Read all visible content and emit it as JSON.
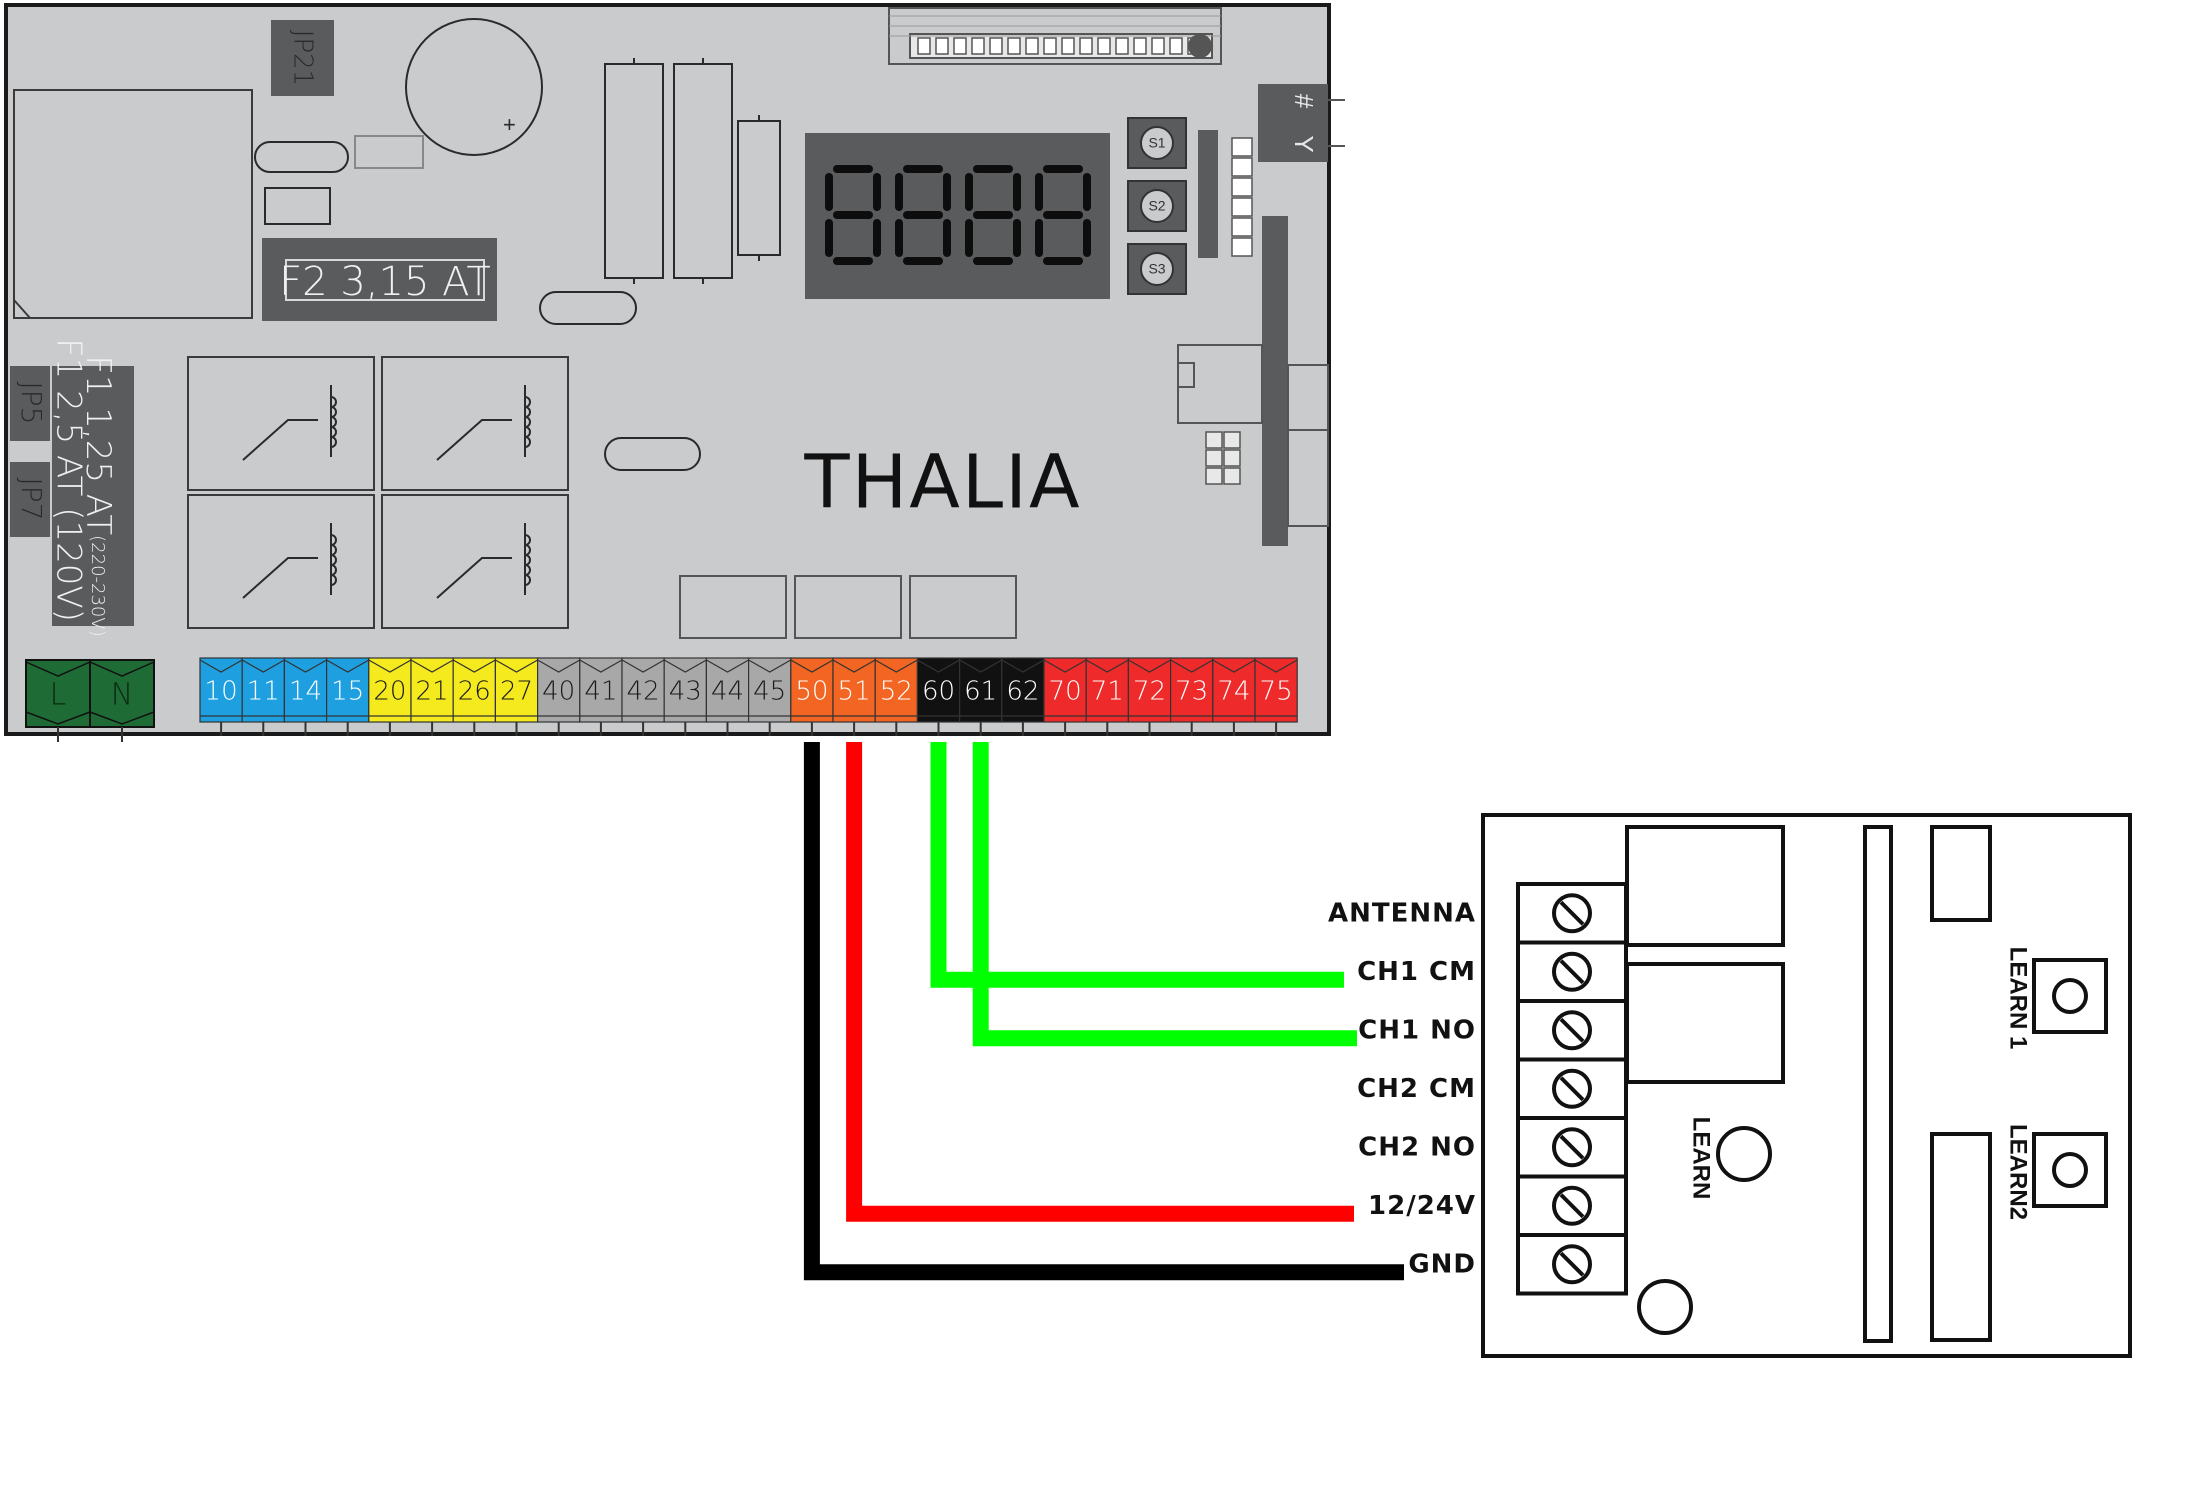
{
  "board": {
    "brand": "THALIA",
    "fuse_f2": "F2 3,15 AT",
    "fuse_f1_line1": "F1 1,25 AT",
    "fuse_f1_line1_note": "(220-230V)",
    "fuse_f1_line2": "F1  2,5 AT (120V)",
    "jumpers": [
      "JP21",
      "JP5",
      "JP7"
    ],
    "display_digits": "8888",
    "buttons": [
      "S1",
      "S2",
      "S3"
    ],
    "header_symbols": [
      "#",
      "Y"
    ],
    "power_terminals": [
      "L",
      "N"
    ],
    "terminal_groups": [
      {
        "color": "#1ea0e0",
        "labels": [
          "10",
          "11",
          "14",
          "15"
        ]
      },
      {
        "color": "#f5ea1e",
        "labels": [
          "20",
          "21",
          "26",
          "27"
        ]
      },
      {
        "color": "#a8a8a8",
        "labels": [
          "40",
          "41",
          "42",
          "43",
          "44",
          "45"
        ]
      },
      {
        "color": "#f26522",
        "labels": [
          "50",
          "51",
          "52"
        ]
      },
      {
        "color": "#111111",
        "labels": [
          "60",
          "61",
          "62"
        ]
      },
      {
        "color": "#ee2a2a",
        "labels": [
          "70",
          "71",
          "72",
          "73",
          "74",
          "75"
        ]
      }
    ]
  },
  "receiver": {
    "terminals": [
      "ANTENNA",
      "CH1 CM",
      "CH1 NO",
      "CH2 CM",
      "CH2 NO",
      "12/24V",
      "GND"
    ],
    "learn_labels": [
      "LEARN",
      "LEARN 1",
      "LEARN2"
    ]
  },
  "wires": [
    {
      "from": "50",
      "to": "GND",
      "color": "#000000"
    },
    {
      "from": "51",
      "to": "12/24V",
      "color": "#ff0000"
    },
    {
      "from": "60",
      "to": "CH1 CM",
      "color": "#00ff00"
    },
    {
      "from": "61",
      "to": "CH1 NO",
      "color": "#00ff00"
    }
  ],
  "colors": {
    "board": "#c9cbcd",
    "board_border": "#1a1a1a",
    "component_dark": "#58595b",
    "power_green": "#1f6b35"
  }
}
